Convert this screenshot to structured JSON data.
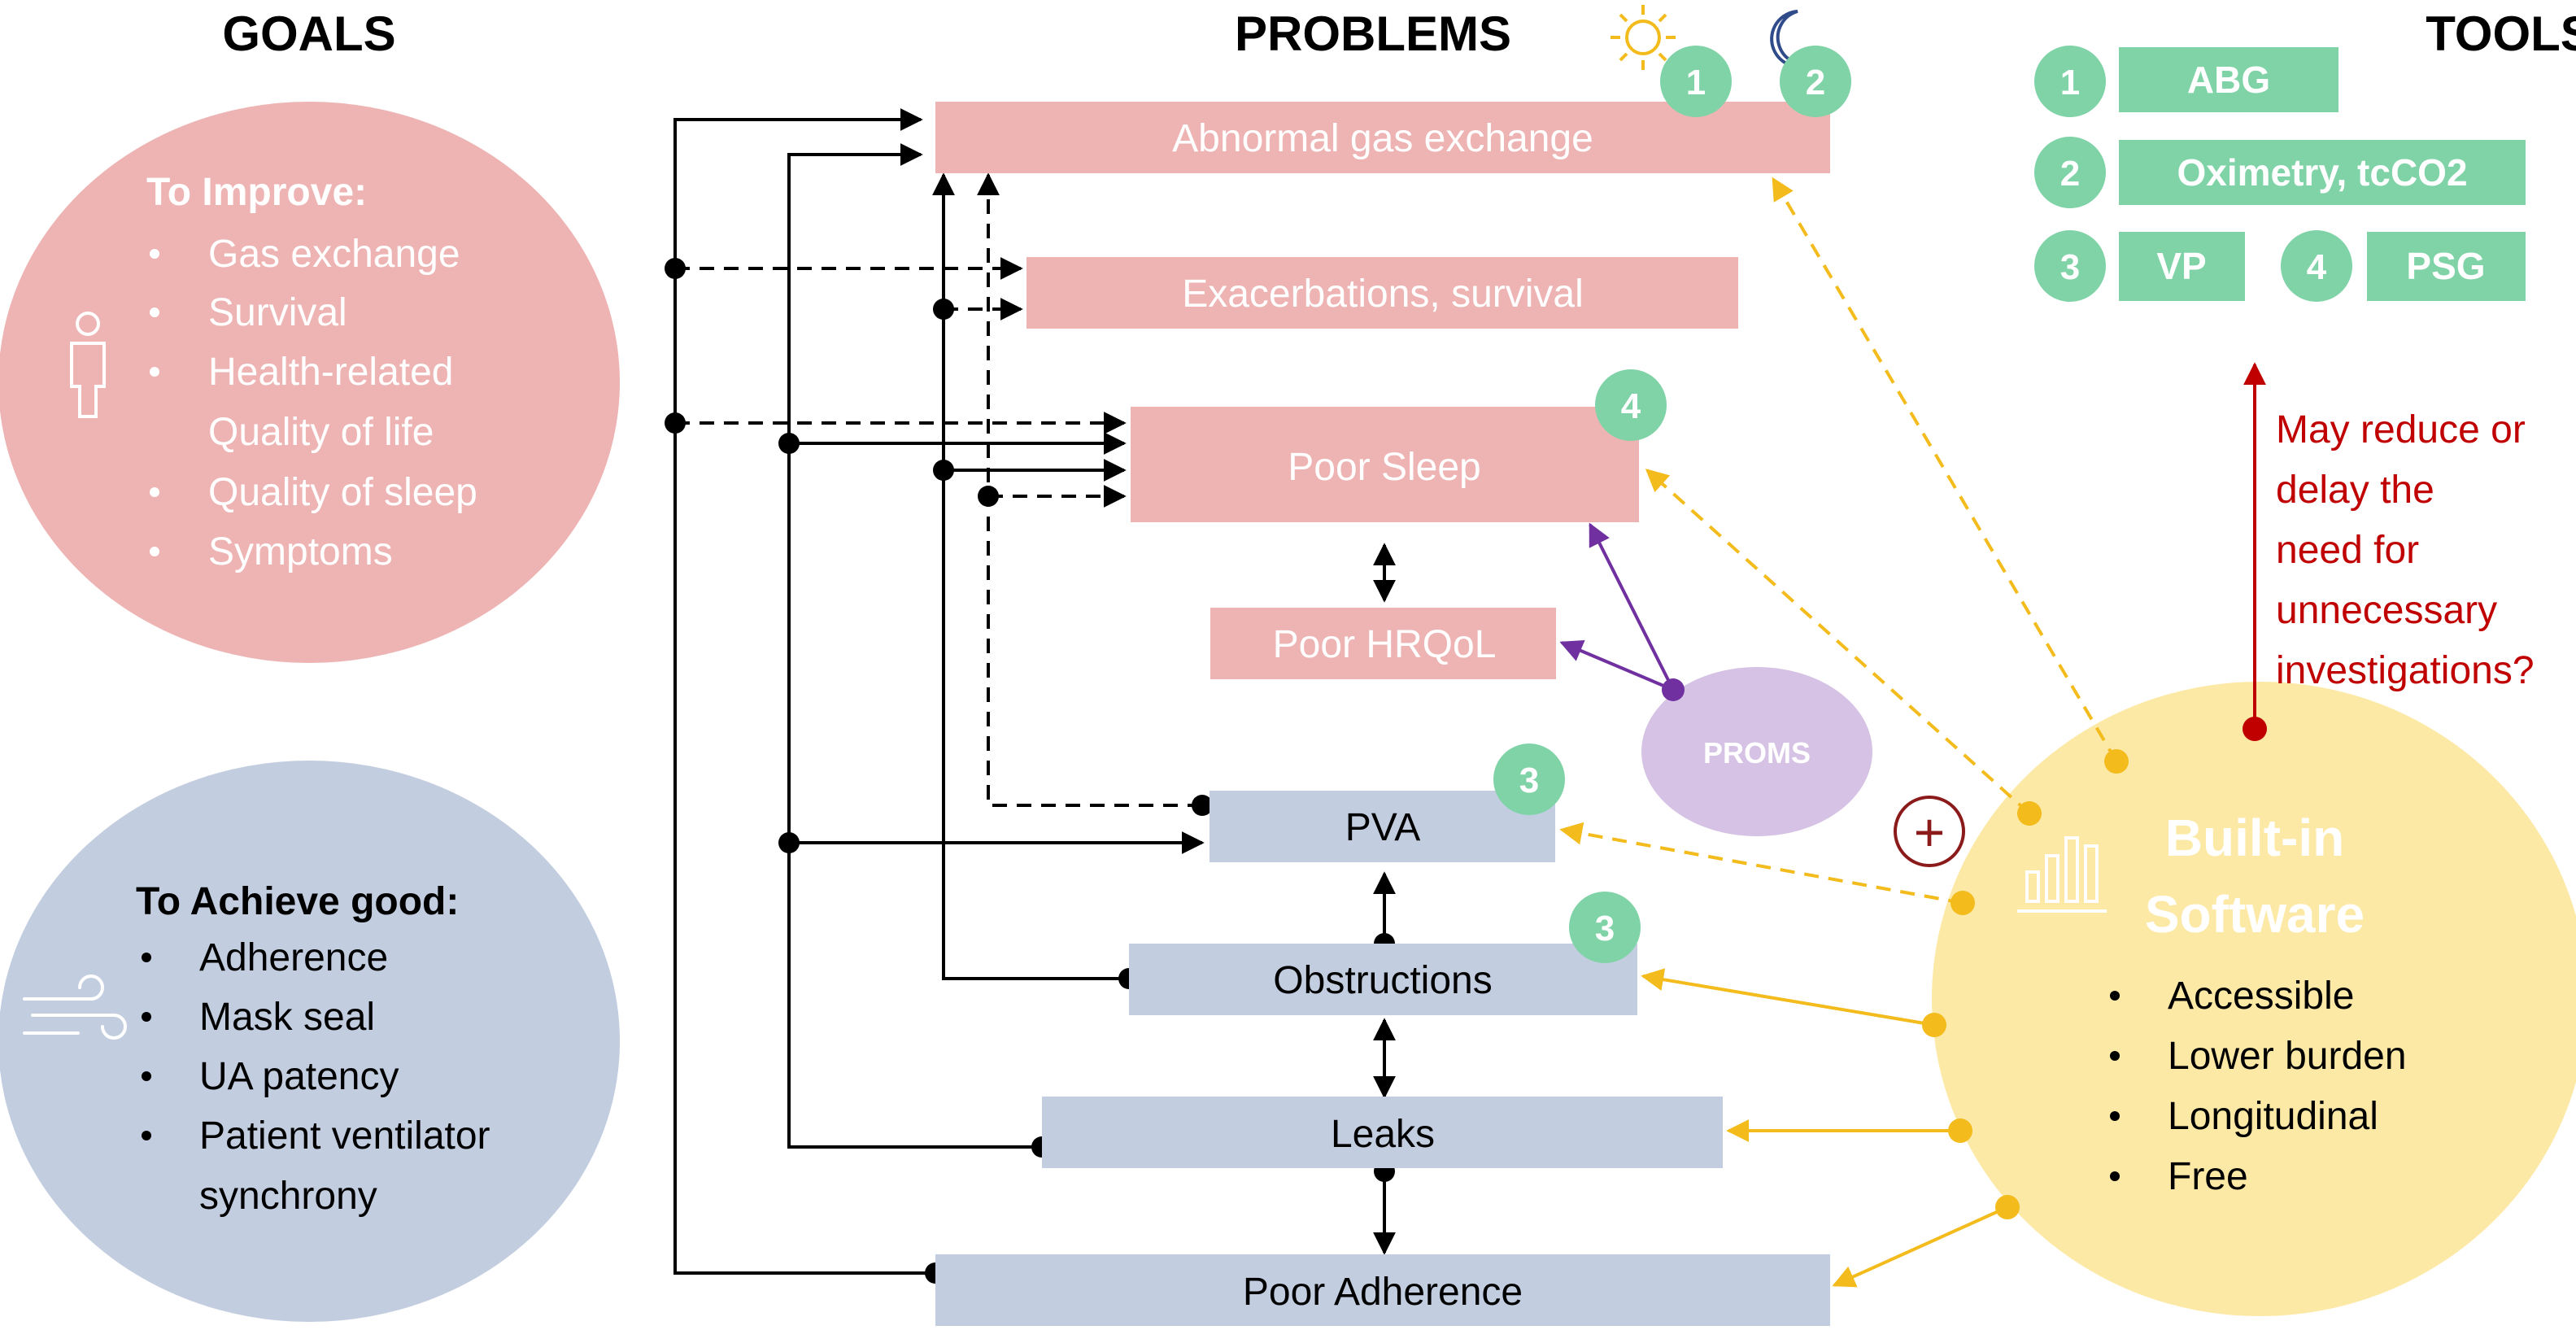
{
  "headers": {
    "goals": "GOALS",
    "problems": "PROBLEMS",
    "tools": "TOOLS"
  },
  "goals_improve": {
    "title": "To Improve:",
    "items": [
      "Gas exchange",
      "Survival",
      "Health-related",
      "Quality of life",
      "Quality of sleep",
      "Symptoms"
    ],
    "color": "#eeb4b4"
  },
  "goals_achieve": {
    "title": "To Achieve good:",
    "items": [
      "Adherence",
      "Mask seal",
      "UA patency",
      "Patient ventilator",
      "synchrony"
    ],
    "color": "#c2cde0"
  },
  "problems_top": {
    "gas_exchange": "Abnormal gas exchange",
    "exacerbations": "Exacerbations, survival",
    "poor_sleep": "Poor Sleep",
    "poor_hrqol": "Poor HRQoL",
    "color": "#eeb4b4"
  },
  "problems_bottom": {
    "pva": "PVA",
    "obstructions": "Obstructions",
    "leaks": "Leaks",
    "poor_adherence": "Poor Adherence",
    "color": "#c2cde0"
  },
  "badges": {
    "gas_day": "1",
    "gas_night": "2",
    "sleep": "4",
    "pva": "3",
    "obstructions": "3",
    "color": "#7fd3a7"
  },
  "proms": {
    "label": "PROMS",
    "color": "#d5c2e4"
  },
  "tools": {
    "items": [
      {
        "num": "1",
        "label": "ABG"
      },
      {
        "num": "2",
        "label": "Oximetry, tcCO2"
      },
      {
        "num": "3",
        "label": "VP"
      },
      {
        "num": "4",
        "label": "PSG"
      }
    ],
    "color": "#7fd3a7"
  },
  "note": {
    "lines": [
      "May reduce or",
      "delay the",
      "need for",
      "unnecessary",
      "investigations?"
    ],
    "color": "#c00000"
  },
  "software": {
    "title_line1": "Built-in",
    "title_line2": "Software",
    "items": [
      "Accessible",
      "Lower burden",
      "Longitudinal",
      "Free"
    ],
    "color": "#fde9a6"
  },
  "plus_symbol": "+",
  "colors": {
    "arrow_black": "#000000",
    "arrow_gold": "#f3bb1b",
    "arrow_purple": "#7030a0"
  }
}
